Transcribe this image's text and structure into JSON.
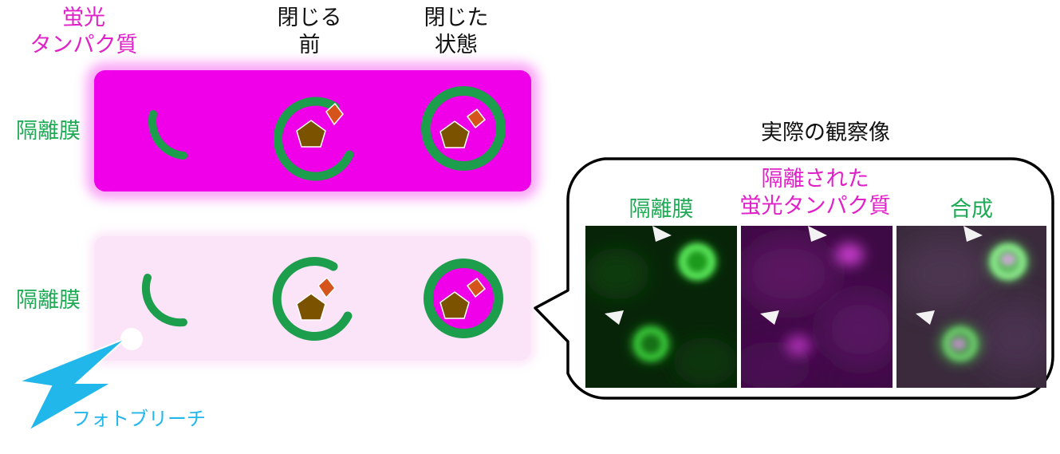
{
  "header": {
    "protein_line1": "蛍光",
    "protein_line2": "タンパク質",
    "before_line1": "閉じる",
    "before_line2": "前",
    "closed_line1": "閉じた",
    "closed_line2": "状態"
  },
  "rows": {
    "top_label": "隔離膜",
    "bottom_label": "隔離膜"
  },
  "photobleach": {
    "label": "フォトブリーチ"
  },
  "observation": {
    "title": "実際の観察像",
    "col1": "隔離膜",
    "col2_line1": "隔離された",
    "col2_line2": "蛍光タンパク質",
    "col3": "合成"
  },
  "colors": {
    "membrane": "#1c9e4c",
    "fluorescent_protein": "#f000e8",
    "bleached_background": "#fbe3f8",
    "cargo_pentagon": "#7a5200",
    "cargo_diamond": "#d4541b",
    "label_green": "#1faa55",
    "label_magenta": "#e020c8",
    "bolt": "#22b7ea"
  }
}
